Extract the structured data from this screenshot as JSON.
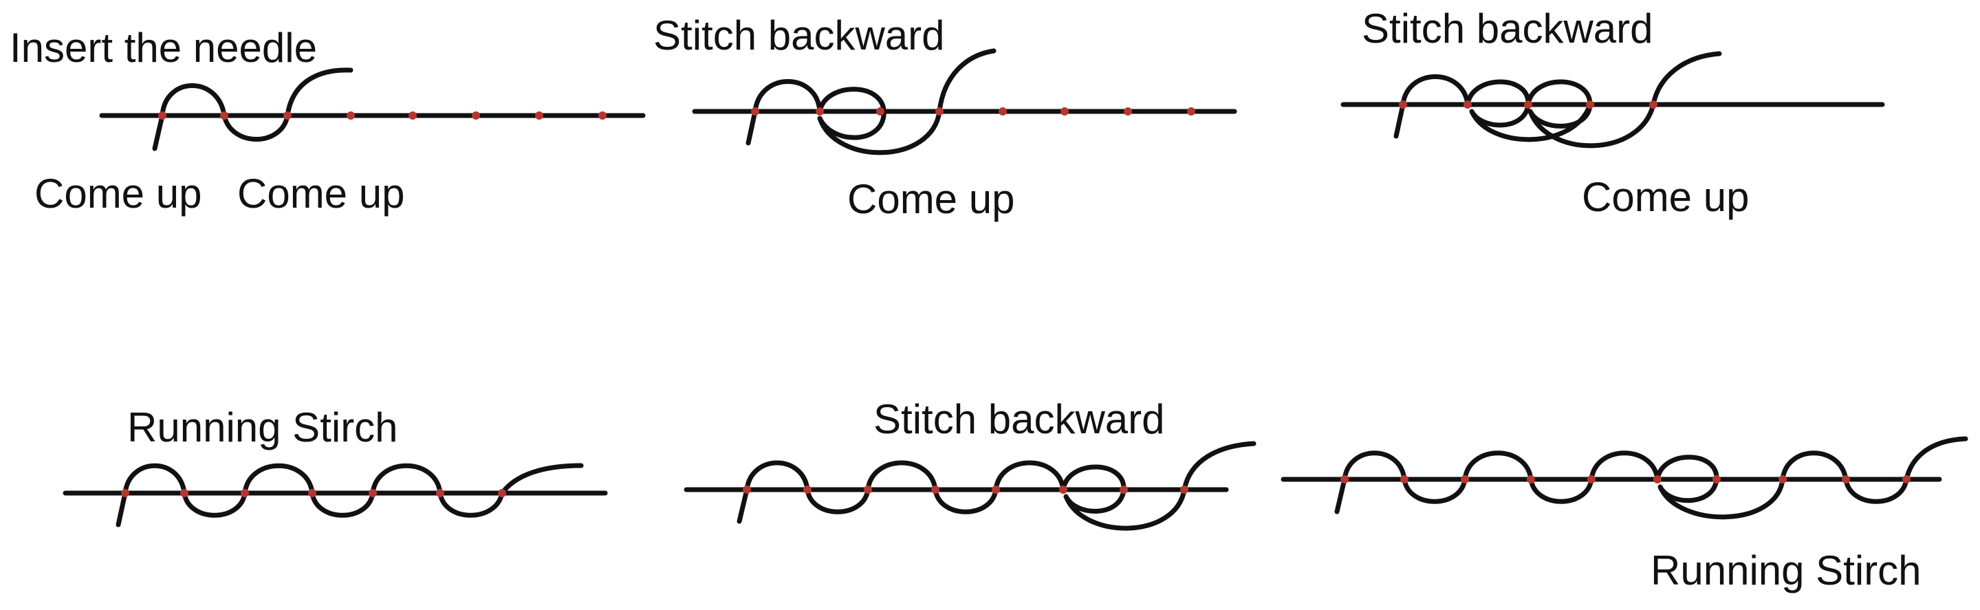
{
  "colors": {
    "thread": "#111111",
    "fabric_line": "#111111",
    "hole": "#b5372f",
    "background": "#ffffff"
  },
  "panels": [
    {
      "id": "step-1",
      "labels": [
        "Insert the needle",
        "Come up",
        "Come up"
      ]
    },
    {
      "id": "step-2",
      "labels": [
        "Stitch backward",
        "Come up"
      ]
    },
    {
      "id": "step-3",
      "labels": [
        "Stitch backward",
        "Come up"
      ]
    },
    {
      "id": "step-4",
      "labels": [
        "Running Stirch"
      ]
    },
    {
      "id": "step-5",
      "labels": [
        "Stitch backward"
      ]
    },
    {
      "id": "step-6",
      "labels": [
        "Running Stirch"
      ]
    }
  ]
}
